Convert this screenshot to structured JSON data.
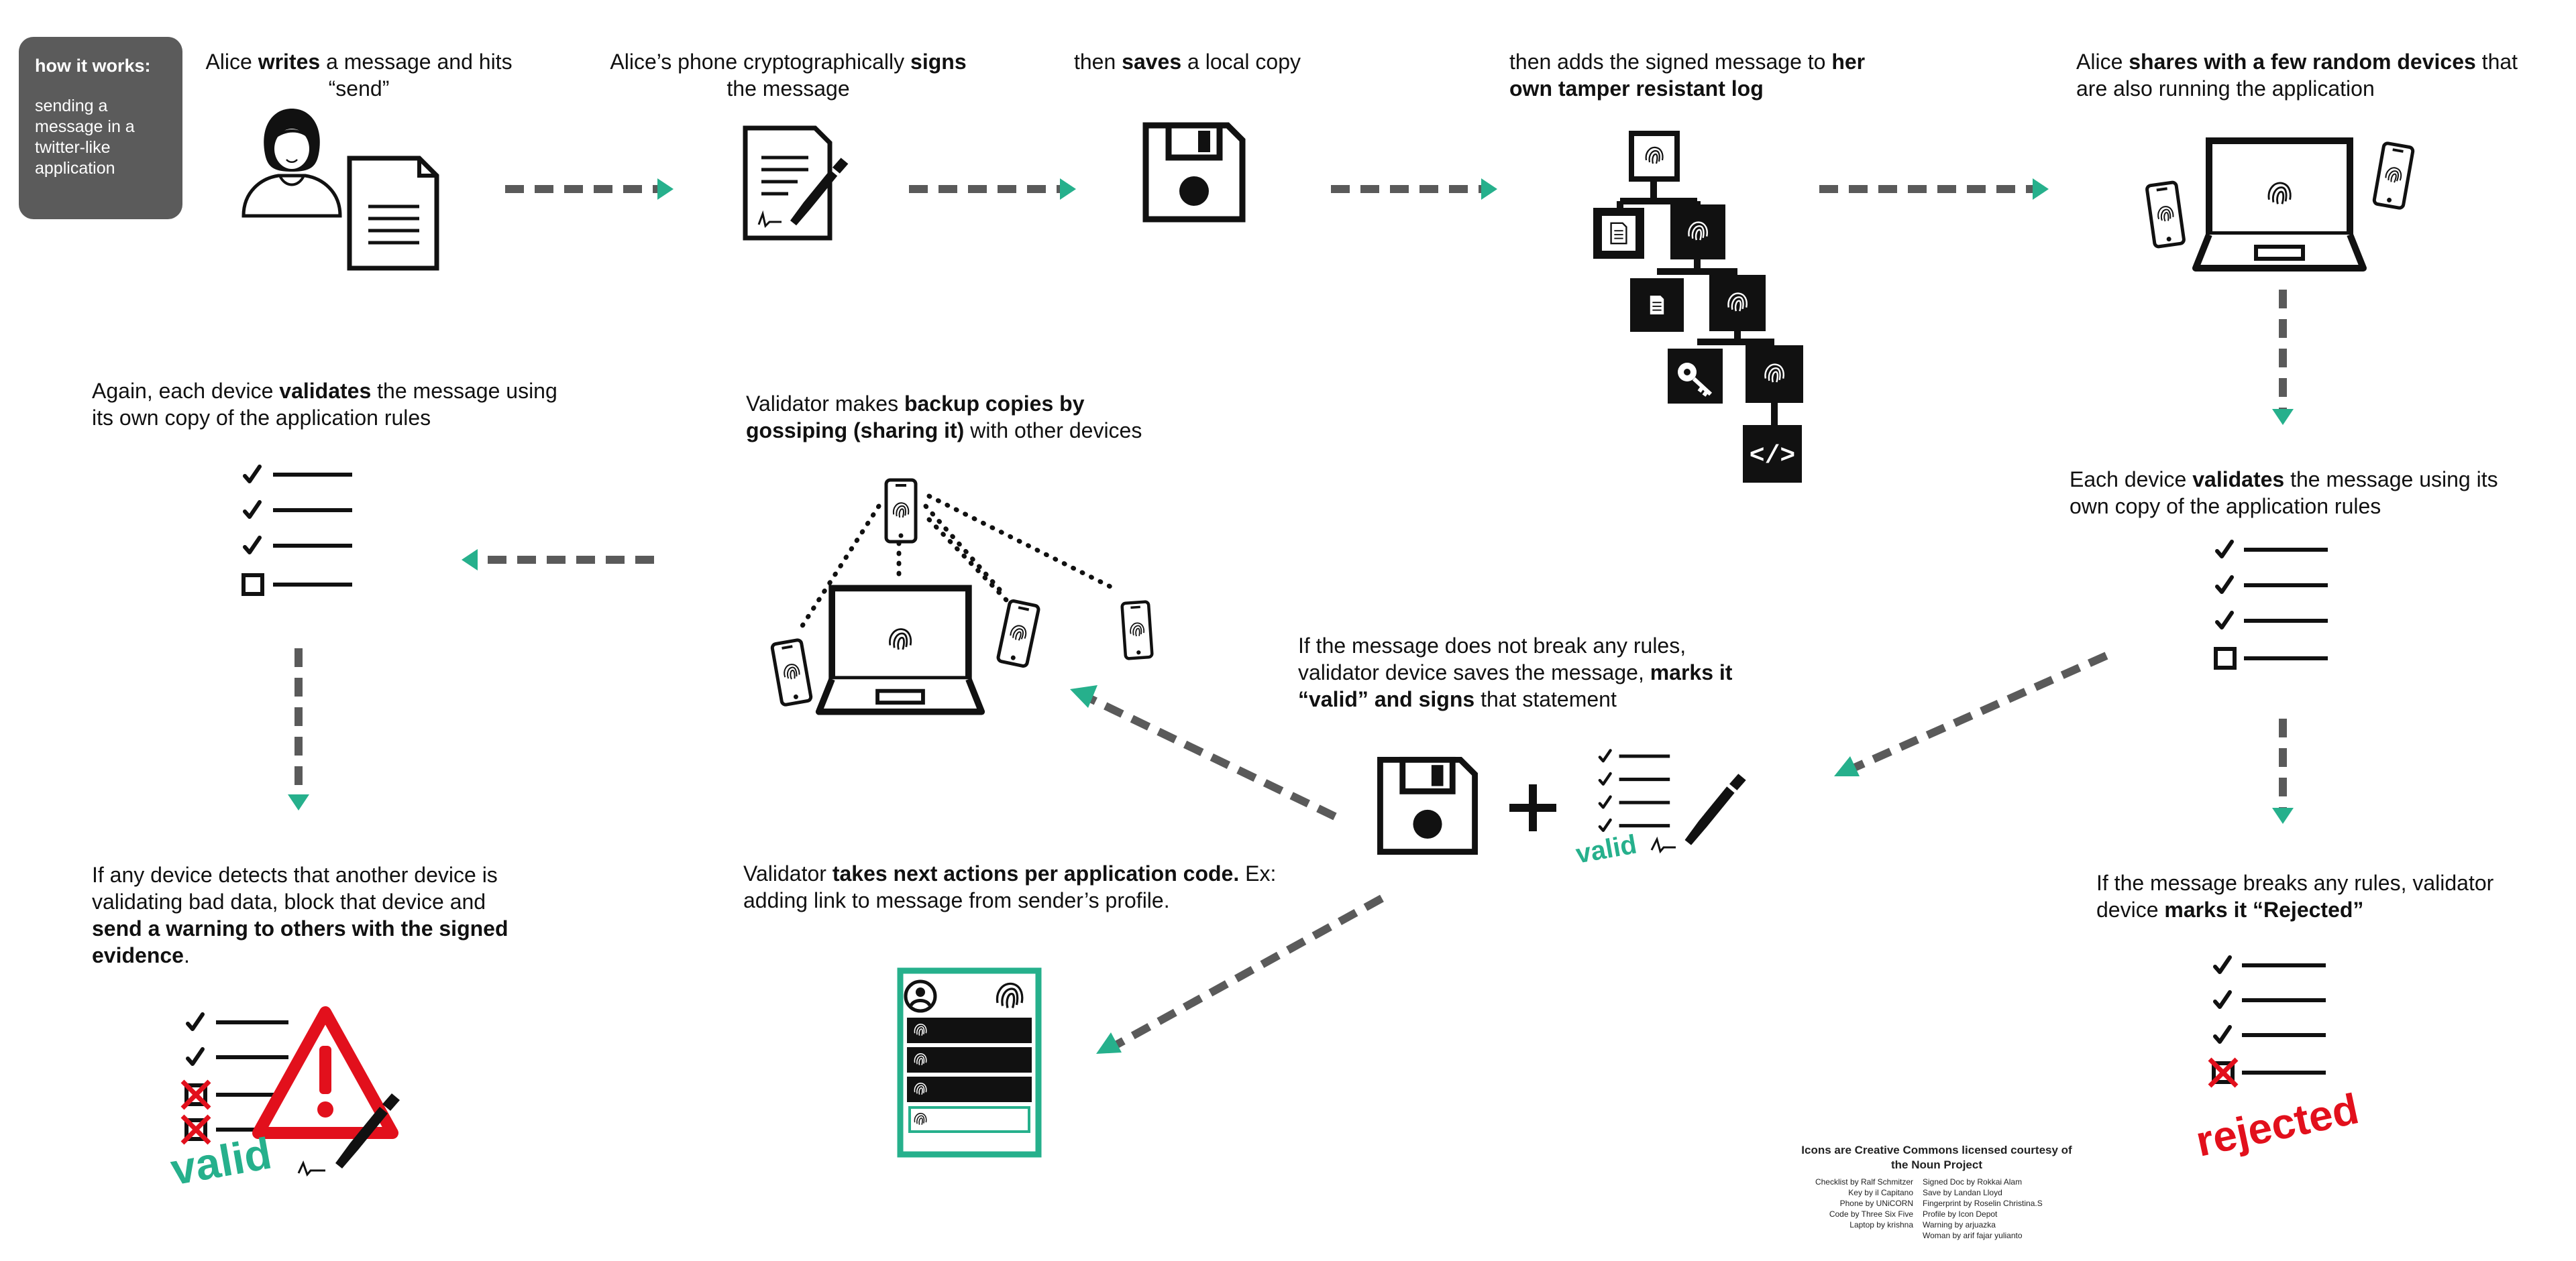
{
  "badge": {
    "title": "how it works:",
    "subtitle": "sending a message in a twitter-like application"
  },
  "steps": {
    "s1": {
      "a": "Alice ",
      "b": "writes",
      "c": " a message and hits “send”"
    },
    "s2": {
      "a": "Alice’s phone cryptographically ",
      "b": "signs",
      "c": " the message"
    },
    "s3": {
      "a": "then ",
      "b": "saves",
      "c": " a local copy"
    },
    "s4": {
      "a": "then adds the signed message to ",
      "b": "her own tamper resistant log",
      "c": ""
    },
    "s5": {
      "a": "Alice ",
      "b": "shares with a few random devices",
      "c": " that are also running the application"
    },
    "s6": {
      "a": "Each device ",
      "b": "validates",
      "c": " the message using its own copy of the application rules"
    },
    "s7": {
      "a": "If the message does not break any rules, validator device saves the message, ",
      "b": "marks it “valid” and signs",
      "c": " that statement"
    },
    "s8": {
      "a": "If the message breaks any rules, validator device ",
      "b": "marks it “Rejected”",
      "c": ""
    },
    "s9": {
      "a": "Validator makes ",
      "b": "backup copies by gossiping (sharing it)",
      "c": " with other devices"
    },
    "s10": {
      "a": "Validator ",
      "b": "takes next actions per application code.",
      "c": "  Ex: adding link to message from sender’s profile."
    },
    "s11": {
      "a": "Again, each device ",
      "b": "validates",
      "c": " the message using its own copy of the application rules"
    },
    "s12": {
      "a": "If any device detects that another device is validating bad data, block that device and ",
      "b": "send a warning to others with the signed evidence",
      "c": "."
    }
  },
  "stamps": {
    "valid": "valid",
    "valid_warning": "valid",
    "rejected": "rejected",
    "code_symbol": "</>"
  },
  "credits": {
    "title": "Icons are Creative Commons licensed courtesy of the Noun Project",
    "left": [
      "Checklist by Ralf Schmitzer",
      "Key by il Capitano",
      "Phone by UNiCORN",
      "Code by Three Six Five",
      "Laptop by krishna"
    ],
    "right": [
      "Signed Doc by Rokkai Alam",
      "Save by Landan Lloyd",
      "Fingerprint by Roselin Christina.S",
      "Profile by Icon Depot",
      "Warning by arjuazka",
      "Woman by arif fajar yulianto"
    ]
  },
  "colors": {
    "accent": "#26b08c",
    "arrow": "#5a5a5a",
    "badge": "#5b5b5b",
    "reject": "#e2101c",
    "ink": "#111111"
  }
}
